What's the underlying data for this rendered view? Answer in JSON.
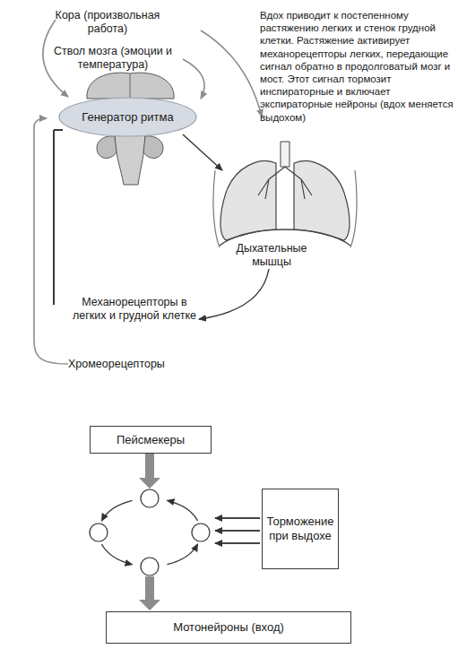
{
  "diagram": {
    "nodes": [
      {
        "text": [
          "Генератор ритма"
        ]
      },
      {
        "text": [
          "Пейсмекеры"
        ]
      },
      {
        "text": [
          "Торможение при выдохе"
        ]
      },
      {
        "text": [
          "Мотонейроны (вход)"
        ]
      }
    ],
    "labels": [
      "Кора (произвольная работа)",
      "Вдох приводит к постепенному растяжению легких и стенок грудной клетки. Растяжение активирует механорецепторы легких, передающие сигнал обратно в продолговатый мозг и мост. Этот сигнал тормозит инспираторные и включает экспираторные нейроны (вдох меняется выдохом)",
      "Ствол мозга (эмоции и температура)",
      "Дыхательные мышцы",
      "Механорецепторы в легких и грудной клетке",
      "Хромеорецепторы"
    ]
  }
}
